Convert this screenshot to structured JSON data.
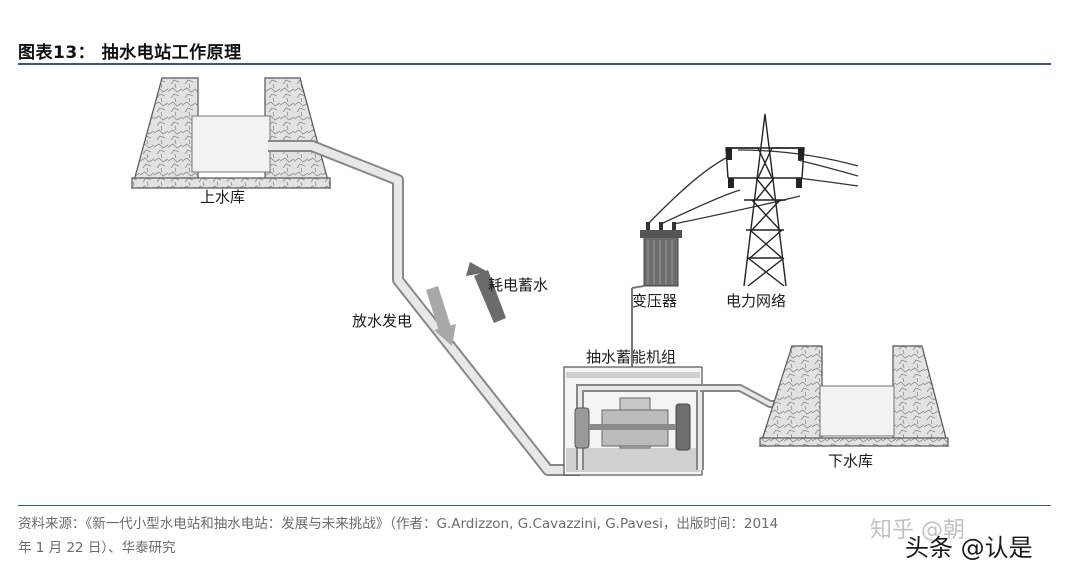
{
  "figure": {
    "title": "图表13： 抽水电站工作原理"
  },
  "labels": {
    "upper_reservoir": "上水库",
    "lower_reservoir": "下水库",
    "pump_storage_unit": "抽水蓄能机组",
    "transformer": "变压器",
    "power_grid": "电力网络",
    "pumping": "耗电蓄水",
    "generating": "放水发电"
  },
  "source": {
    "line1": "资料来源：《新一代小型水电站和抽水电站：发展与未来挑战》（作者：G.Ardizzon, G.Cavazzini, G.Pavesi，出版时间：2014",
    "line2": "年 1 月 22 日）、华泰研究"
  },
  "watermarks": {
    "zhihu": "知乎 @朝",
    "toutiao": "头条 @认是"
  },
  "colors": {
    "rule": "#3b5878",
    "arrow_up": "#6b6b6b",
    "arrow_down": "#9a9a9a",
    "pipe": "#b8b8b8"
  }
}
